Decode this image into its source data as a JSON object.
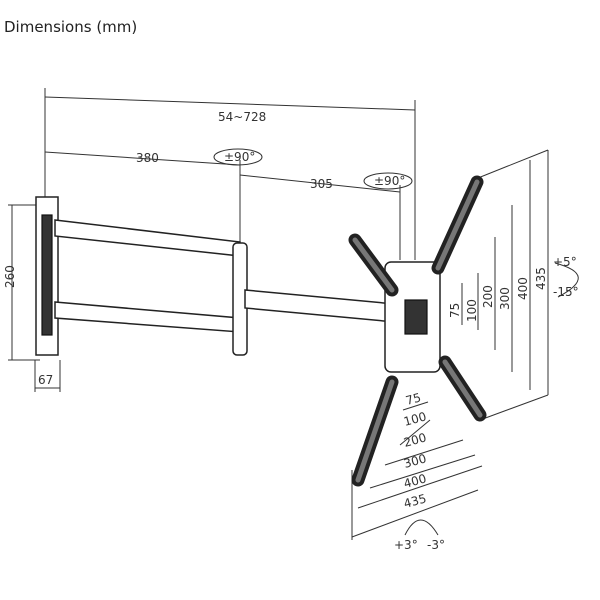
{
  "title": "Dimensions (mm)",
  "dimensions": {
    "extension": "54~728",
    "arm1": "380",
    "arm2": "305",
    "swivel1": "±90°",
    "swivel2": "±90°",
    "plate_height": "260",
    "plate_depth": "67",
    "vertical": [
      "75",
      "100",
      "200",
      "300",
      "400",
      "435"
    ],
    "horizontal": [
      "75",
      "100",
      "200",
      "300",
      "400",
      "435"
    ],
    "tilt_up": "+5°",
    "tilt_down": "-15°",
    "level_plus": "+3°",
    "level_minus": "-3°"
  }
}
